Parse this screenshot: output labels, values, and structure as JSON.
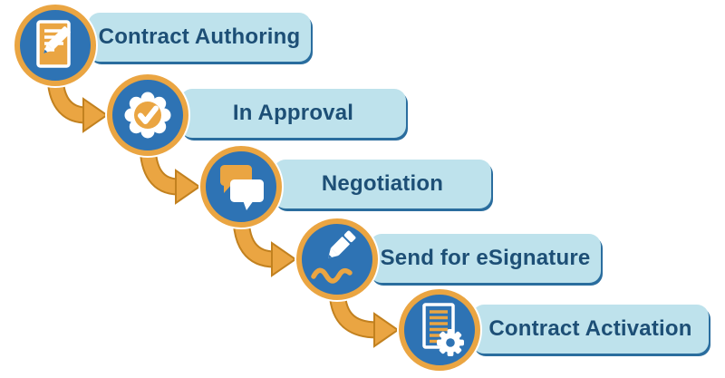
{
  "stages": [
    {
      "label": "Contract Authoring",
      "icon": "contract-authoring-icon"
    },
    {
      "label": "In Approval",
      "icon": "approval-badge-icon"
    },
    {
      "label": "Negotiation",
      "icon": "chat-bubbles-icon"
    },
    {
      "label": "Send for eSignature",
      "icon": "signature-pen-icon"
    },
    {
      "label": "Contract Activation",
      "icon": "document-gear-icon"
    }
  ],
  "colors": {
    "circle_blue": "#2E73B4",
    "ring_orange": "#EAA542",
    "arrow_orange": "#EAA542",
    "arrow_outline": "#C2811F",
    "bar_fill": "#BEE2EC",
    "bar_edge": "#2A6D9E",
    "label_text": "#1D4F76"
  }
}
